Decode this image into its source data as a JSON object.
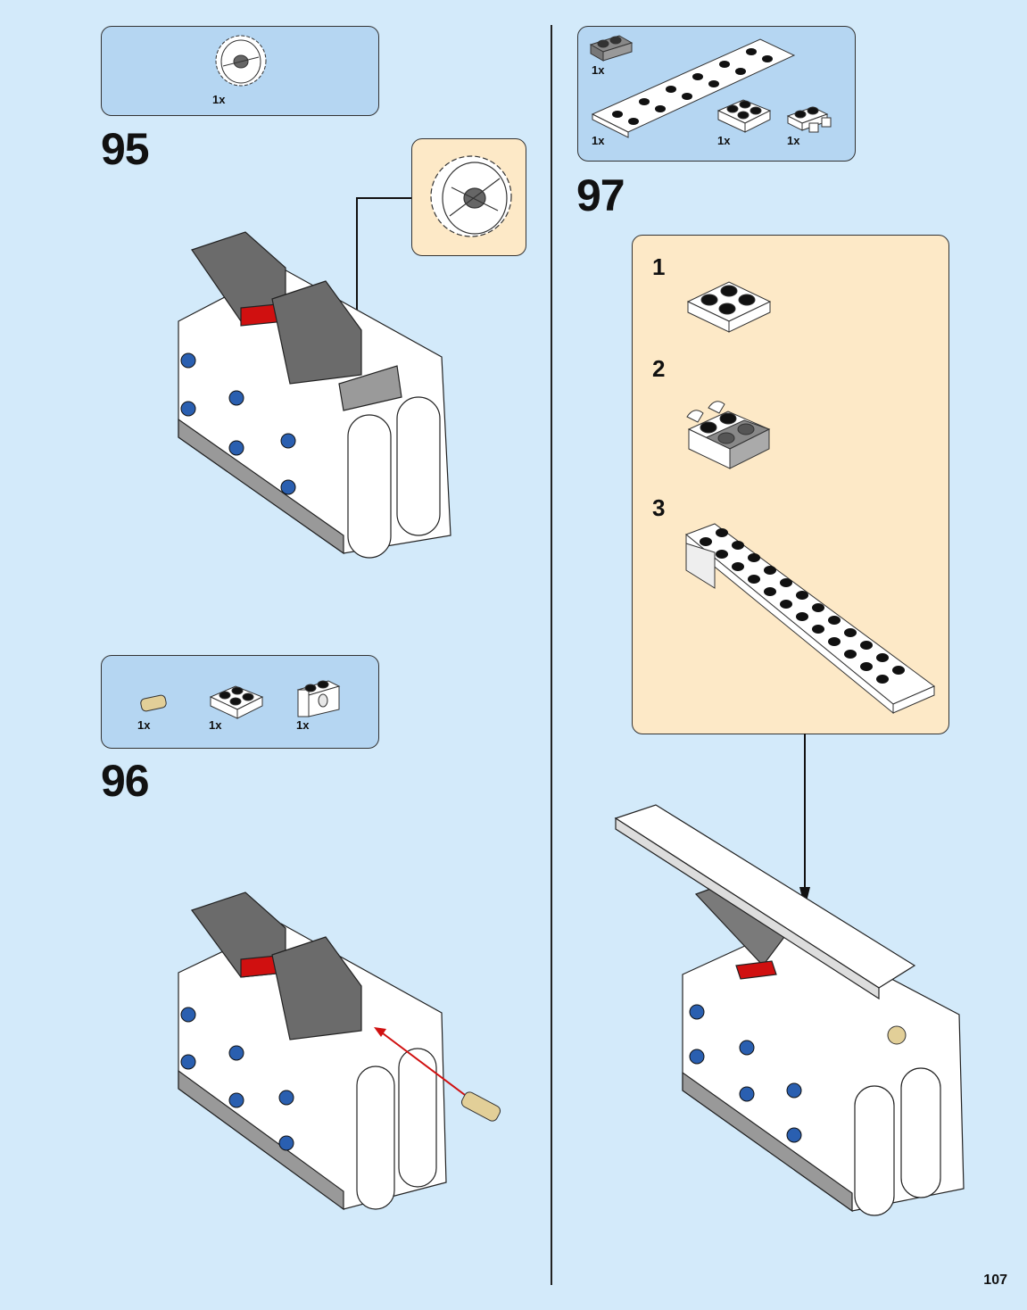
{
  "page": {
    "number": "107"
  },
  "steps": [
    {
      "number": "95",
      "parts": [
        {
          "icon": "gear-24-tooth",
          "qty": "1x"
        }
      ],
      "callout": {
        "icon": "gear-24-tooth"
      }
    },
    {
      "number": "96",
      "parts": [
        {
          "icon": "tan-connector-pin",
          "qty": "1x"
        },
        {
          "icon": "white-plate-2x2",
          "qty": "1x"
        },
        {
          "icon": "white-technic-brick-1x2",
          "qty": "1x"
        }
      ]
    },
    {
      "number": "97",
      "parts": [
        {
          "icon": "gray-plate-1x2",
          "qty": "1x"
        },
        {
          "icon": "white-plate-2x12",
          "qty": "1x"
        },
        {
          "icon": "white-plate-2x2",
          "qty": "1x"
        },
        {
          "icon": "white-plate-clips",
          "qty": "1x"
        }
      ],
      "substeps": [
        {
          "number": "1"
        },
        {
          "number": "2"
        },
        {
          "number": "3"
        }
      ]
    }
  ],
  "colors": {
    "background": "#d3eafa",
    "parts_panel": "#b5d6f2",
    "callout": "#fde9c7",
    "dark_gray": "#6b6b6b",
    "red": "#d01010",
    "blue": "#2a5fb0",
    "tan": "#e2cf98"
  }
}
